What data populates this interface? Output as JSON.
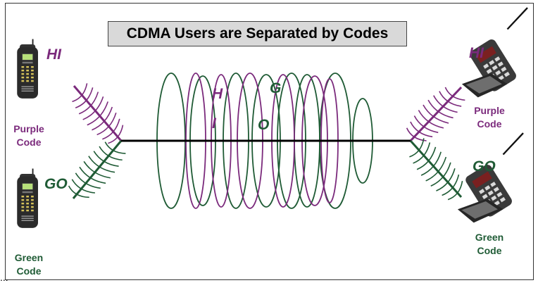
{
  "title": "CDMA Users are Separated by Codes",
  "colors": {
    "purple": "#7b2a7c",
    "green": "#1f5b35",
    "line": "#000000"
  },
  "left": {
    "purple_msg": "HI",
    "purple_code_l1": "Purple",
    "purple_code_l2": "Code",
    "green_msg": "GO",
    "green_code_l1": "Green",
    "green_code_l2": "Code"
  },
  "right": {
    "purple_msg": "HI",
    "purple_code_l1": "Purple",
    "purple_code_l2": "Code",
    "green_msg": "GO",
    "green_code_l1": "Green",
    "green_code_l2": "Code"
  },
  "channel_letters": {
    "h": "H",
    "i": "I",
    "g": "G",
    "o": "O"
  },
  "icons": [
    "bar-phone-icon",
    "flip-phone-icon"
  ],
  "ellipsis": "..."
}
